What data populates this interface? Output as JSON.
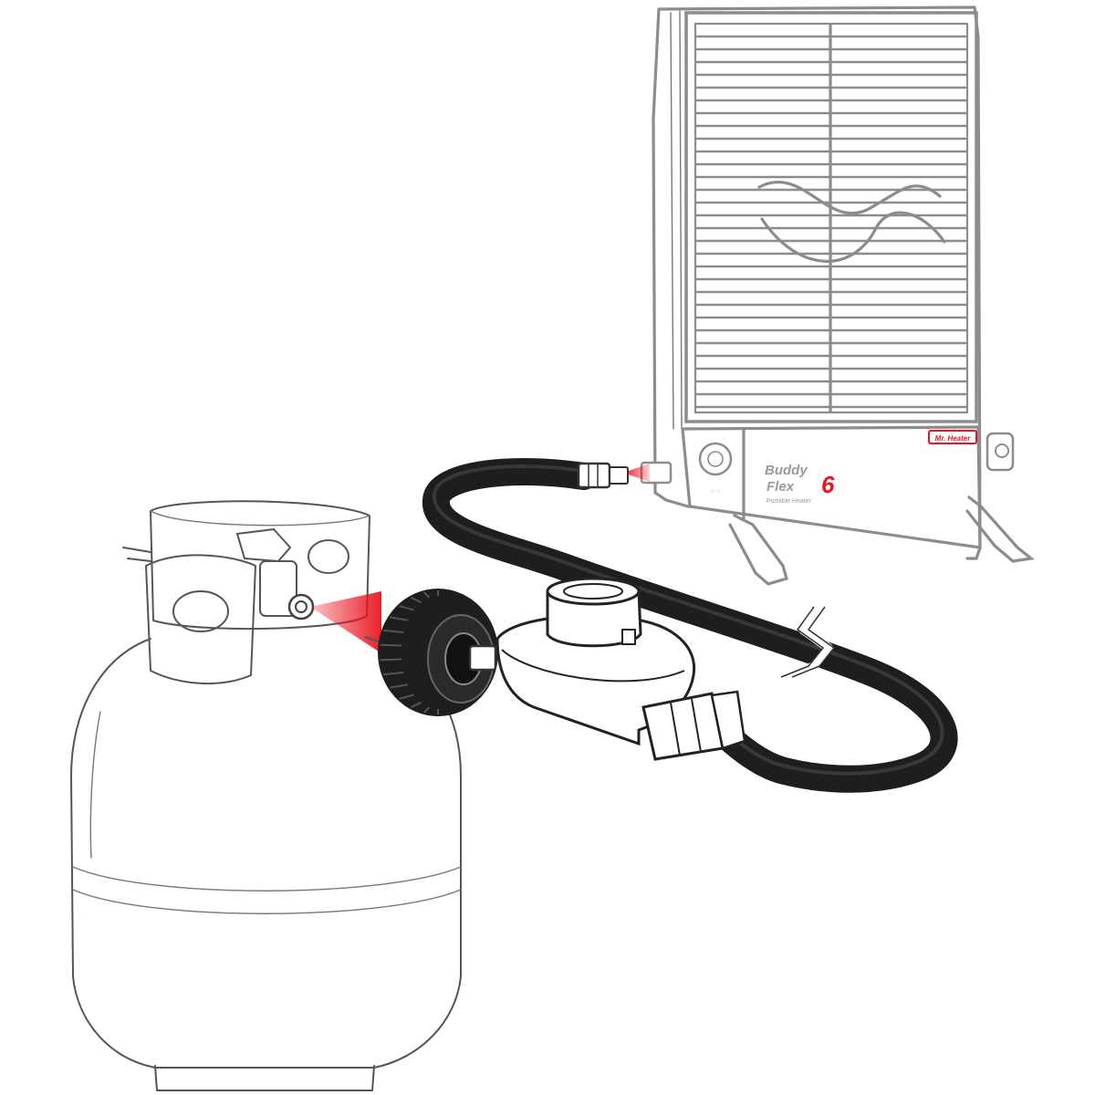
{
  "heater": {
    "brand_line1": "Buddy",
    "brand_line2": "Flex",
    "model_number": "6",
    "tagline": "Portable Heater",
    "badge_text": "Mr. Heater"
  },
  "colors": {
    "outline": "#555555",
    "heater_outline": "#8c8c8c",
    "hose": "#1e1e1e",
    "highlight_red": "#e8141e"
  }
}
